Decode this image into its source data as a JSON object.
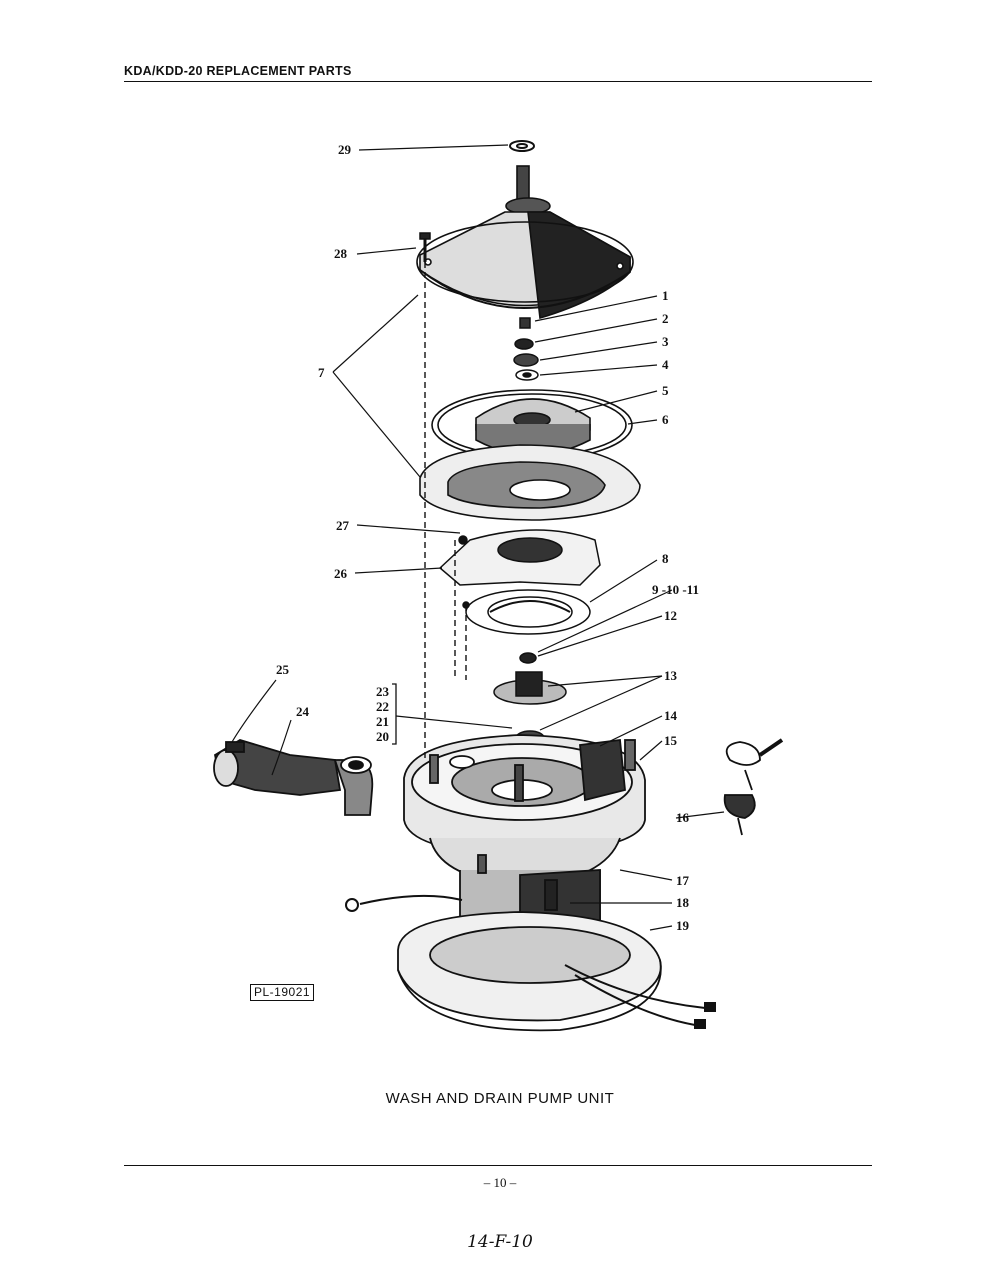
{
  "header": {
    "title": "KDA/KDD-20 REPLACEMENT PARTS"
  },
  "figure": {
    "plate_ref": "PL-19021",
    "caption": "WASH AND DRAIN PUMP UNIT",
    "callouts": {
      "c1": "1",
      "c2": "2",
      "c3": "3",
      "c4": "4",
      "c5": "5",
      "c6": "6",
      "c7": "7",
      "c8": "8",
      "c9_11": "9 -10 -11",
      "c12": "12",
      "c13": "13",
      "c14": "14",
      "c15": "15",
      "c16": "16",
      "c17": "17",
      "c18": "18",
      "c19": "19",
      "c20": "20",
      "c21": "21",
      "c22": "22",
      "c23": "23",
      "c24": "24",
      "c25": "25",
      "c26": "26",
      "c27": "27",
      "c28": "28",
      "c29": "29"
    }
  },
  "footer": {
    "page_number": "– 10 –",
    "handwritten_note": "14-F-10"
  }
}
